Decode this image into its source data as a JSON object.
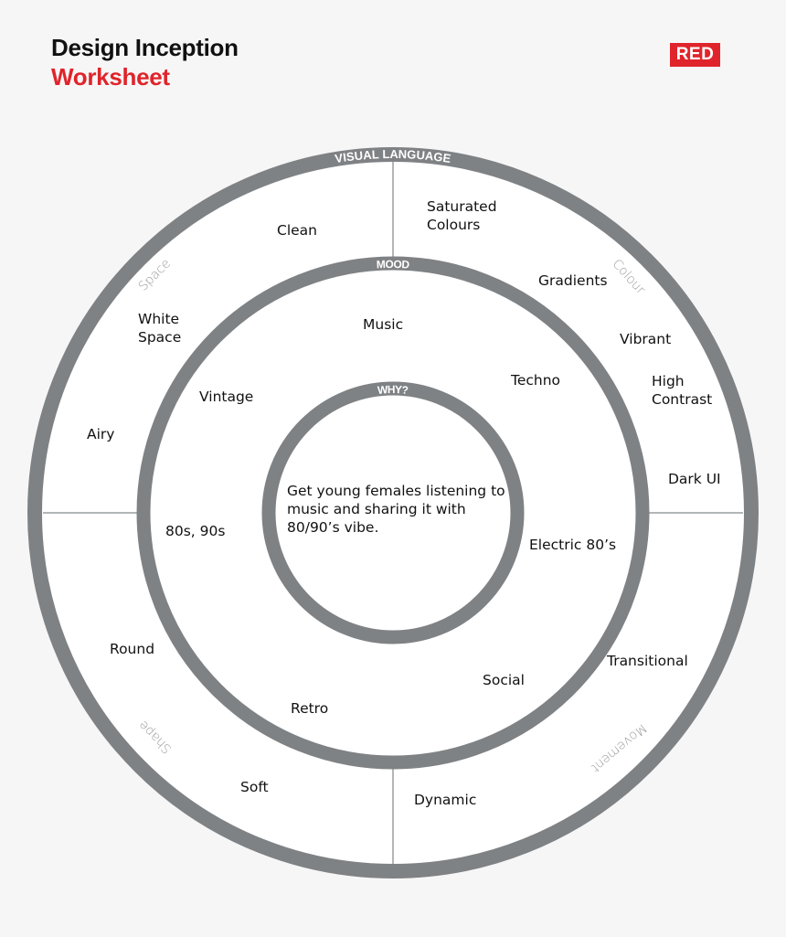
{
  "header": {
    "title_line1": "Design Inception",
    "title_line2": "Worksheet",
    "badge": "RED"
  },
  "colors": {
    "accent": "#e0242b",
    "ring": "#7f8284",
    "background": "#f6f6f6",
    "fill": "#ffffff"
  },
  "rings": {
    "outer": {
      "label": "VISUAL LANGUAGE"
    },
    "middle": {
      "label": "MOOD"
    },
    "inner": {
      "label": "WHY?"
    }
  },
  "why": {
    "text": "Get young females listening to music and sharing it with 80/90’s vibe."
  },
  "mood": {
    "items": [
      "Music",
      "Techno",
      "Vintage",
      "80s, 90s",
      "Electric 80’s",
      "Social",
      "Retro"
    ]
  },
  "visual_language": {
    "quadrants": [
      {
        "category": "Space",
        "items": [
          "Clean",
          "White\nSpace",
          "Airy"
        ]
      },
      {
        "category": "Colour",
        "items": [
          "Saturated\nColours",
          "Gradients",
          "Vibrant",
          "High\nContrast",
          "Dark UI"
        ]
      },
      {
        "category": "Shape",
        "items": [
          "Round",
          "Soft"
        ]
      },
      {
        "category": "Movement",
        "items": [
          "Transitional",
          "Dynamic"
        ]
      }
    ]
  }
}
